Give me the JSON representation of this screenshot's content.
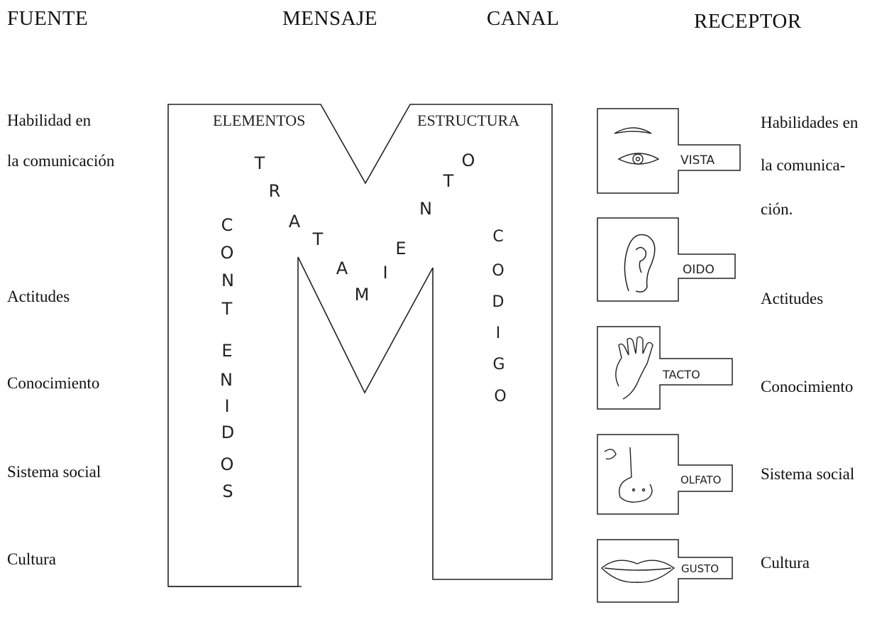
{
  "headers": {
    "fuente": "FUENTE",
    "mensaje": "MENSAJE",
    "canal": "CANAL",
    "receptor": "RECEPTOR"
  },
  "source": {
    "habilidad_1": "Habilidad  en",
    "habilidad_2": "la comunicación",
    "actitudes": "Actitudes",
    "conocimiento": "Conocimiento",
    "sistema_social": "Sistema social",
    "cultura": "Cultura"
  },
  "message": {
    "elementos": "ELEMENTOS",
    "estructura": "ESTRUCTURA",
    "contenidos": [
      "C",
      "O",
      "N",
      "T",
      "E",
      "N",
      "I",
      "D",
      "O",
      "S"
    ],
    "tratamiento": [
      "T",
      "R",
      "A",
      "T",
      "A",
      "M",
      "I",
      "E",
      "N",
      "T",
      "O"
    ],
    "codigo": [
      "C",
      "O",
      "D",
      "I",
      "G",
      "O"
    ]
  },
  "channels": {
    "vista": "VISTA",
    "oido": "OIDO",
    "tacto": "TACTO",
    "olfato": "OLFATO",
    "gusto": "GUSTO",
    "icons": [
      "eye-icon",
      "ear-icon",
      "hand-icon",
      "nose-icon",
      "lips-icon"
    ]
  },
  "receiver": {
    "habilidades_1": "Habilidades en",
    "habilidades_2": "la comunica-",
    "habilidades_3": "ción.",
    "actitudes": "Actitudes",
    "conocimiento": "Conocimiento",
    "sistema_social": "Sistema social",
    "cultura": "Cultura"
  }
}
